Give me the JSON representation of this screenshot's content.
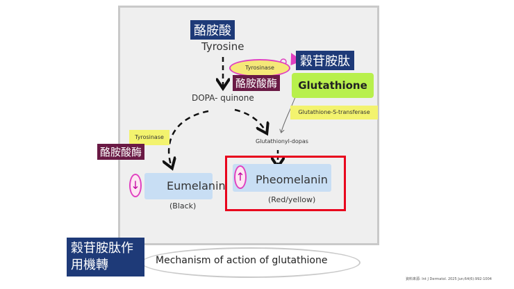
{
  "title_caption": "Mechanism of action of glutathione",
  "title_caption_cn": "穀苷胺肽作用機轉",
  "source": "資料來源: Int J Dermatol. 2025 Jun;64(6):992-1004",
  "nodes": {
    "tyrosine": "Tyrosine",
    "tyrosine_cn": "酪胺酸",
    "dopa_quinone": "DOPA- quinone",
    "tyrosinase_top": "Tyrosinase",
    "tyrosinase_top_cn": "酪胺酸酶",
    "glutathione": "Glutathione",
    "glutathione_cn": "穀苷胺肽",
    "gst": "Glutathione-S-transferase",
    "glutathionyl_dopas": "Glutathionyl-dopas",
    "tyrosinase_left": "Tyrosinase",
    "tyrosinase_left_cn": "酪胺酸酶",
    "eumelanin": "Eumelanin",
    "eumelanin_sub": "(Black)",
    "pheomelanin": "Pheomelanin",
    "pheomelanin_sub": "(Red/yellow)"
  },
  "icons": {
    "down": "↓",
    "up": "↑"
  },
  "colors": {
    "highlight_red": "#e8001c",
    "glutathione_green": "#b8f04c",
    "enzyme_yellow": "#f3f36e",
    "melanin_blue": "#c8def4",
    "label_navy": "#1e3a78",
    "label_maroon": "#6a1a45",
    "accent_magenta": "#e040c0"
  }
}
